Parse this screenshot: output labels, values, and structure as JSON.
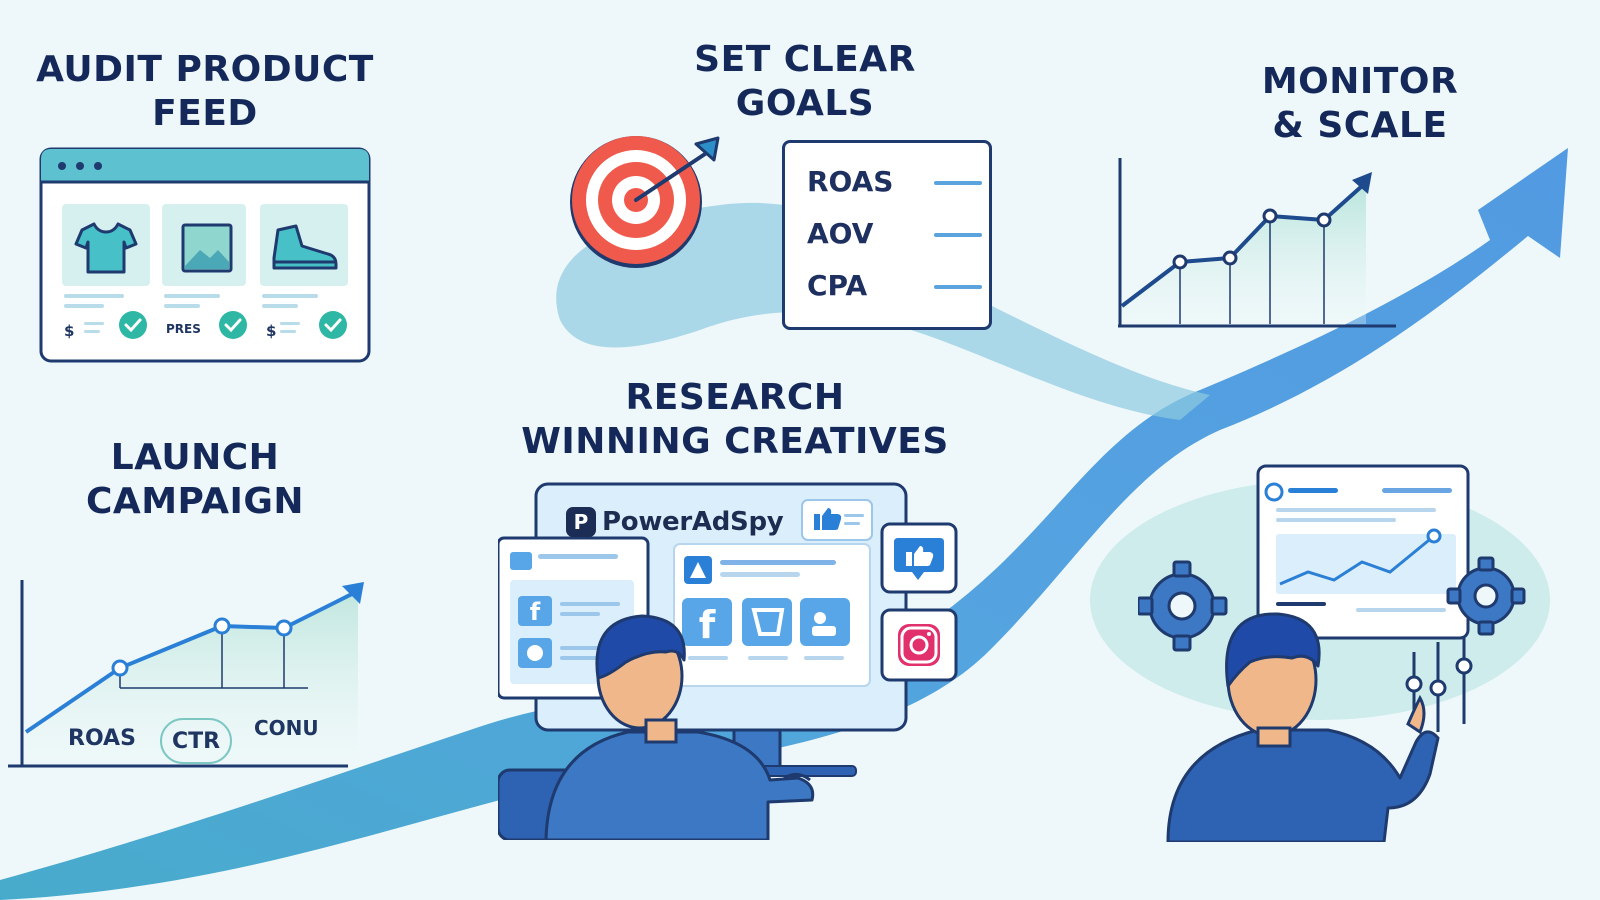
{
  "steps": {
    "audit": {
      "title_lines": [
        "AUDIT PRODUCT",
        "FEED"
      ]
    },
    "goals": {
      "title_lines": [
        "SET CLEAR",
        "GOALS"
      ]
    },
    "monitor": {
      "title_lines": [
        "MONITOR",
        "& SCALE"
      ]
    },
    "launch": {
      "title_lines": [
        "LAUNCH",
        "CAMPAIGN"
      ]
    },
    "research": {
      "title_lines": [
        "RESEARCH",
        "WINNING CREATIVES"
      ]
    }
  },
  "audit_feed": {
    "cards": [
      {
        "icon": "t-shirt-icon",
        "price_label": "$"
      },
      {
        "icon": "image-icon",
        "price_label": "PRES"
      },
      {
        "icon": "sneaker-icon",
        "price_label": "$"
      }
    ]
  },
  "goals_card": {
    "items": [
      "ROAS",
      "AOV",
      "CPA"
    ]
  },
  "launch_chart": {
    "labels": [
      "ROAS",
      "CTR",
      "CONU"
    ]
  },
  "research_screen": {
    "brand": "PowerAdSpy",
    "brand_letter": "P"
  },
  "colors": {
    "background": "#eef8fb",
    "navy": "#14285a",
    "path_blue": "#4a9be0",
    "path_teal": "#4bb5cf",
    "target_red": "#ef5a4c",
    "check_teal": "#2fb7a6"
  }
}
